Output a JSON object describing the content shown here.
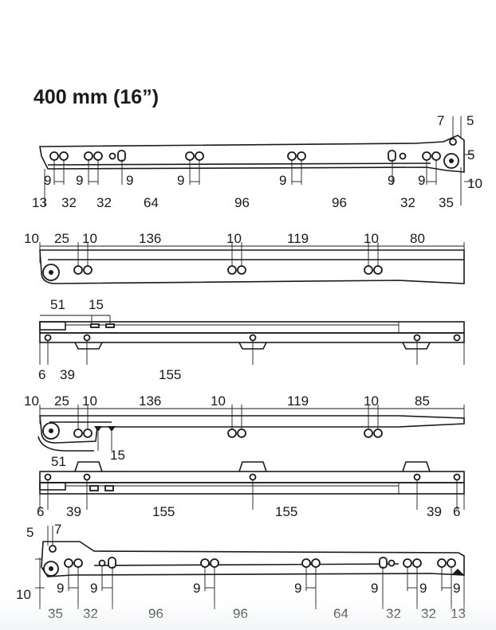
{
  "title": "400 mm (16”)",
  "drawing_1": {
    "top_dims": [
      "7",
      "5"
    ],
    "right_dims": [
      "5",
      "10"
    ],
    "spacing_labels": [
      "9",
      "9",
      "9",
      "9",
      "9",
      "9",
      "9"
    ],
    "bottom_dims": [
      "13",
      "32",
      "32",
      "64",
      "96",
      "96",
      "32",
      "35"
    ]
  },
  "drawing_2": {
    "top_dims": [
      "10",
      "25",
      "10",
      "136",
      "10",
      "119",
      "10",
      "80"
    ]
  },
  "drawing_3": {
    "top_dims": [
      "51",
      "15"
    ],
    "bottom_dims": [
      "6",
      "39",
      "155"
    ]
  },
  "drawing_4": {
    "top_dims": [
      "10",
      "25",
      "10",
      "136",
      "10",
      "119",
      "10",
      "85"
    ],
    "under_dims": [
      "51",
      "15"
    ]
  },
  "drawing_5": {
    "bottom_dims": [
      "6",
      "39",
      "155",
      "155",
      "39",
      "6"
    ]
  },
  "drawing_6": {
    "left_dims": [
      "5",
      "7",
      "10"
    ],
    "spacing_labels": [
      "9",
      "9",
      "9",
      "9",
      "9",
      "9",
      "9"
    ],
    "bottom_dims": [
      "35",
      "32",
      "96",
      "96",
      "64",
      "32",
      "32",
      "13"
    ]
  }
}
